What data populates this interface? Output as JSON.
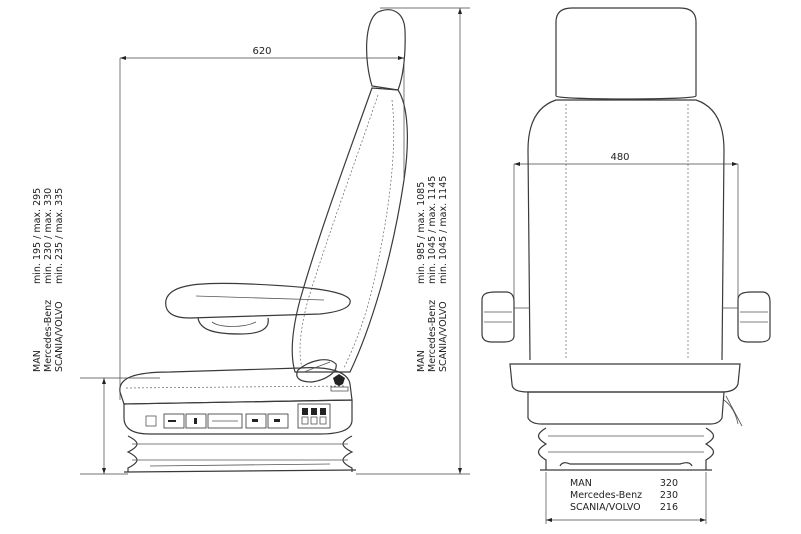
{
  "side_view": {
    "width_dimension": "620",
    "seat_height_labels": [
      {
        "brand": "MAN",
        "range": "min. 195 / max. 295"
      },
      {
        "brand": "Mercedes-Benz",
        "range": "min. 230 / max. 330"
      },
      {
        "brand": "SCANIA/VOLVO",
        "range": "min. 235 / max. 335"
      }
    ],
    "total_height_labels": [
      {
        "brand": "MAN",
        "range": "min. 985 / max. 1085"
      },
      {
        "brand": "Mercedes-Benz",
        "range": "min. 1045 / max. 1145"
      },
      {
        "brand": "SCANIA/VOLVO",
        "range": "min. 1045 / max. 1145"
      }
    ]
  },
  "front_view": {
    "width_dimension": "480",
    "base_width_labels": [
      {
        "brand": "MAN",
        "value": "320"
      },
      {
        "brand": "Mercedes-Benz",
        "value": "230"
      },
      {
        "brand": "SCANIA/VOLVO",
        "value": "216"
      }
    ]
  }
}
